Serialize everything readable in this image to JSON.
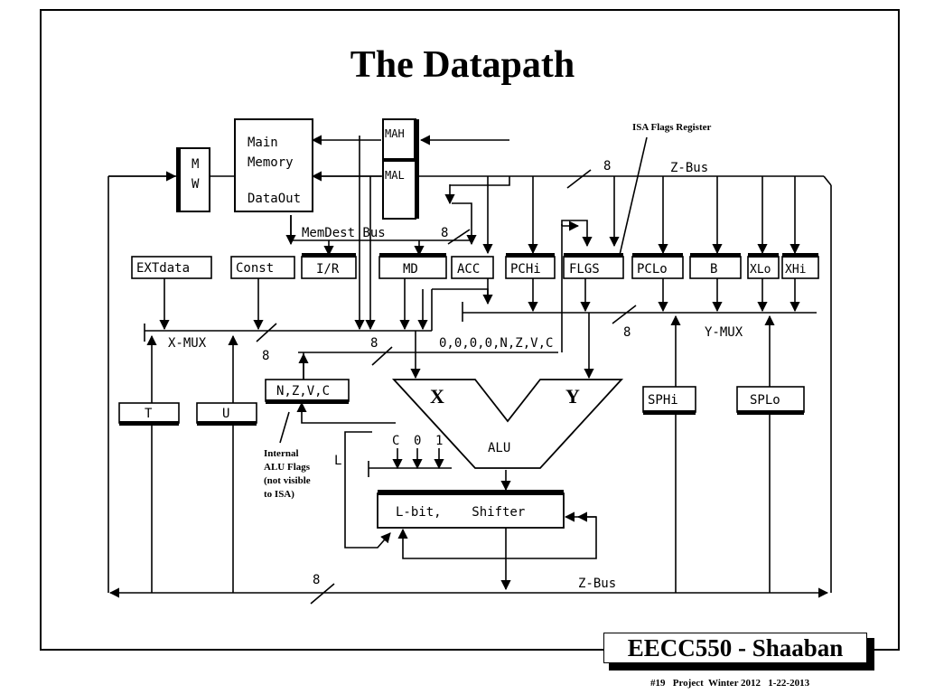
{
  "slide": {
    "title": "The Datapath",
    "footer_badge": "EECC550 - Shaaban",
    "footer_meta": "#19   Project  Winter 2012   1-22-2013"
  },
  "diagram": {
    "components": {
      "mw": [
        "M",
        "W"
      ],
      "main_memory": [
        "Main",
        "Memory",
        "DataOut"
      ],
      "mah": "MAH",
      "mal": "MAL",
      "extdata": "EXTdata",
      "const": "Const",
      "ir": "I/R",
      "md": "MD",
      "acc": "ACC",
      "pchi": "PCHi",
      "flgs": "FLGS",
      "pclo": "PCLo",
      "b": "B",
      "xlo": "XLo",
      "xhi": "XHi",
      "t": "T",
      "u": "U",
      "nzvc": "N,Z,V,C",
      "sphi": "SPHi",
      "splo": "SPLo",
      "alu": "ALU",
      "alu_x": "X",
      "alu_y": "Y",
      "shifter": "L-bit,    Shifter"
    },
    "labels": {
      "memdest_bus": "MemDest Bus",
      "z_bus": "Z-Bus",
      "z_bus_bottom": "Z-Bus",
      "x_mux": "X-MUX",
      "y_mux": "Y-MUX",
      "flags_const": "0,0,0,0,N,Z,V,C",
      "width_z_top": "8",
      "width_memdest": "8",
      "width_x": "8",
      "width_x_left": "8",
      "width_y": "8",
      "width_z_bottom": "8",
      "shifter_inputs": [
        "C",
        "0",
        "1"
      ],
      "shifter_l": "L"
    },
    "annotations": {
      "isa_flags": "ISA Flags Register",
      "internal_flags": [
        "Internal",
        "ALU Flags",
        "(not visible",
        "to ISA)"
      ]
    }
  }
}
